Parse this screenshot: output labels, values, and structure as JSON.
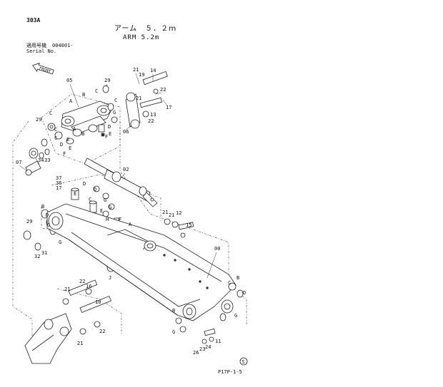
{
  "header": {
    "page_code": "303A",
    "title_jp": "アーム　５．２ｍ",
    "title_en": "ARM 5.2m",
    "serial_jp": "適用号機",
    "serial_value": "004001-",
    "serial_en": "Serial No."
  },
  "front_arrow": "FRONT",
  "callouts": [
    "05",
    "29",
    "21",
    "19",
    "14",
    "22",
    "17",
    "13",
    "06",
    "21",
    "22",
    "C",
    "B",
    "A",
    "C",
    "E",
    "F",
    "D",
    "G",
    "29",
    "C",
    "F",
    "E",
    "C",
    "D",
    "E",
    "B",
    "A",
    "C",
    "07",
    "34",
    "33",
    "02",
    "37",
    "36",
    "17",
    "D",
    "E",
    "C",
    "D",
    "G",
    "G",
    "29",
    "B",
    "D",
    "G",
    "H",
    "F",
    "E",
    "A",
    "21",
    "12",
    "15",
    "21",
    "00",
    "32",
    "31",
    "G",
    "J",
    "22",
    "21",
    "16",
    "10",
    "21",
    "22",
    "26",
    "23",
    "24",
    "11",
    "B",
    "G",
    "C",
    "B",
    "D",
    "G",
    "C"
  ],
  "footer": {
    "circle_mark": "S",
    "page_ref": "P17P-1-5"
  }
}
